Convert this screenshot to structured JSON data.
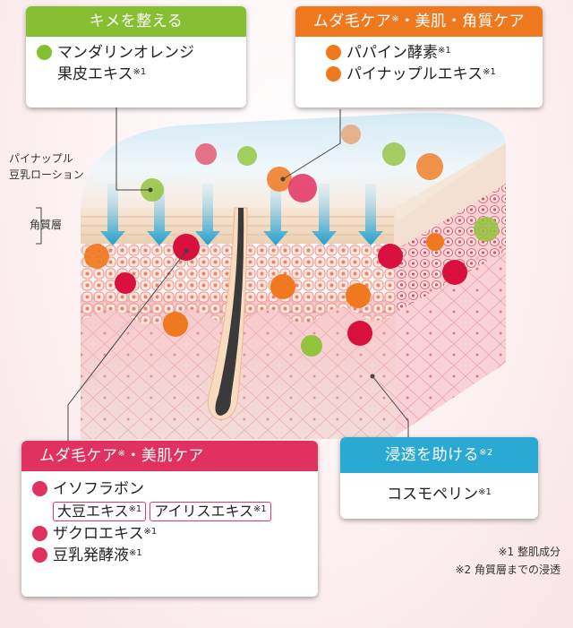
{
  "colors": {
    "green": "#86bf32",
    "orange": "#f0781e",
    "pink": "#e1325f",
    "cyan": "#2aa9d2",
    "red": "#d9103e",
    "skin": "#f4b8bd"
  },
  "labels": {
    "lotion_line1": "パイナップル",
    "lotion_line2": "豆乳ローション",
    "stratum": "角質層"
  },
  "box_texture": {
    "title": "キメを整える",
    "item1": "マンダリンオレンジ",
    "item1b": "果皮エキス",
    "mark": "※1"
  },
  "box_hair_top": {
    "title_a": "ムダ毛ケア",
    "title_mark": "※",
    "title_b": "・美肌・角質ケア",
    "item1": "パパイン酵素",
    "item2": "パイナップルエキス",
    "mark": "※1"
  },
  "box_hair_bottom": {
    "title_a": "ムダ毛ケア",
    "title_mark": "※",
    "title_b": "・美肌ケア",
    "item1": "イソフラボン",
    "tag1": "大豆エキス",
    "tag2": "アイリスエキス",
    "item2": "ザクロエキス",
    "item3": "豆乳発酵液",
    "mark": "※1"
  },
  "box_penetrate": {
    "title": "浸透を助ける",
    "title_mark": "※2",
    "item1": "コスモペリン",
    "mark": "※1"
  },
  "notes": {
    "note1": "※1 整肌成分",
    "note2": "※2 角質層までの浸透"
  }
}
